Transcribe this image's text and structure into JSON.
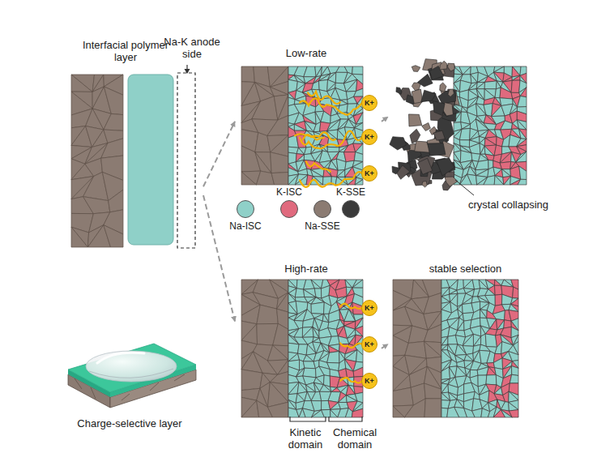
{
  "diagram": {
    "nodes": [
      {
        "text": [
          "Interfacial polymer layer",
          "Na-K anode side"
        ]
      },
      {
        "text": [
          "Low-rate"
        ]
      },
      {
        "text": [
          "crystal collapsing"
        ]
      },
      {
        "text": [
          "High-rate",
          "Kinetic domain",
          "Chemical domain"
        ]
      },
      {
        "text": [
          "stable selection"
        ]
      },
      {
        "text": [
          "K+"
        ],
        "in": 1
      },
      {
        "text": [
          "K+"
        ],
        "in": 1
      },
      {
        "text": [
          "K+"
        ],
        "in": 1
      },
      {
        "text": [
          "K+"
        ],
        "in": 3
      },
      {
        "text": [
          "K+"
        ],
        "in": 3
      },
      {
        "text": [
          "K+"
        ],
        "in": 3
      }
    ],
    "edges": [
      {
        "from": 0,
        "to": 1,
        "arrow": "to"
      },
      {
        "from": 0,
        "to": 3,
        "arrow": "to"
      },
      {
        "from": 1,
        "to": 2,
        "arrow": "to"
      },
      {
        "from": 3,
        "to": 4,
        "arrow": "to"
      }
    ],
    "labels": [
      "Charge-selective layer"
    ],
    "legend": [
      {
        "text": "Na-ISC",
        "color": "#8fd0c8"
      },
      {
        "text": "K-ISC",
        "color": "#e06a7e"
      },
      {
        "text": "Na-SSE",
        "color": "#8b7b72"
      },
      {
        "text": "K-SSE",
        "color": "#3a3a3a"
      }
    ]
  }
}
